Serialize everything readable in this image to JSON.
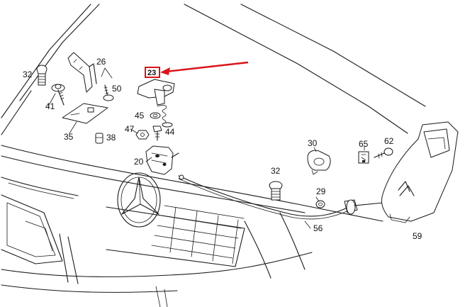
{
  "diagram": {
    "callouts": {
      "c20": "20",
      "c23": "23",
      "c26": "26",
      "c29": "29",
      "c30": "30",
      "c32a": "32",
      "c32b": "32",
      "c35": "35",
      "c38": "38",
      "c41": "41",
      "c44": "44",
      "c45": "45",
      "c47": "47",
      "c50": "50",
      "c56": "56",
      "c59": "59",
      "c62": "62",
      "c65": "65"
    },
    "highlight_color": "#d9141b"
  }
}
